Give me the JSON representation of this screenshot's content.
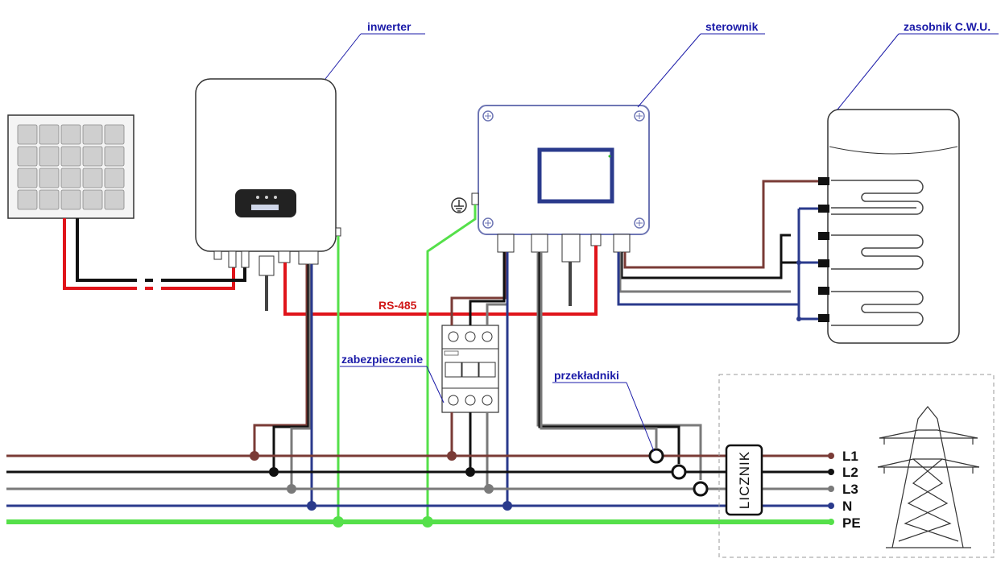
{
  "labels": {
    "inverter": "inwerter",
    "controller": "sterownik",
    "tank": "zasobnik C.W.U.",
    "protection": "zabezpieczenie",
    "ct": "przekładniki",
    "rs485": "RS-485",
    "meter": "LICZNIK"
  },
  "buses": [
    {
      "name": "L1",
      "color": "#7a3b36"
    },
    {
      "name": "L2",
      "color": "#111111"
    },
    {
      "name": "L3",
      "color": "#7a7a7a"
    },
    {
      "name": "N",
      "color": "#2a3a8c"
    },
    {
      "name": "PE",
      "color": "#55e04a"
    }
  ],
  "colors": {
    "callout": "#1a1aa8",
    "dc_plus": "#e0141a",
    "rs485": "#e0141a",
    "device_outline": "#6e76b4",
    "earth": "#55e04a"
  },
  "icons": {
    "panel": "solar-panel-icon",
    "earth": "ground-symbol-icon",
    "tower": "power-pylon-icon"
  }
}
